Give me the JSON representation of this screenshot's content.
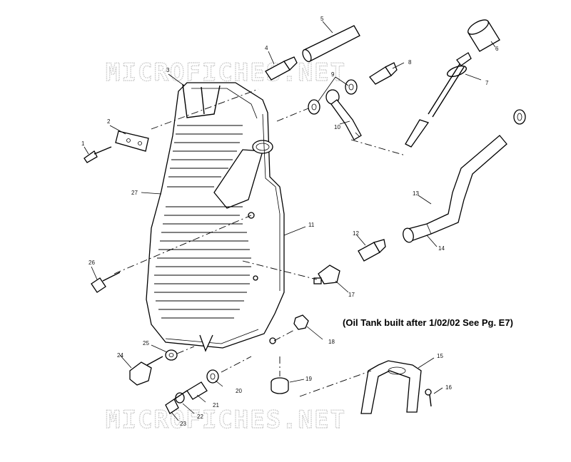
{
  "note": "(Oil Tank built after 1/02/02 See Pg. E7)",
  "watermark": "MICROFICHES.NET",
  "callouts": {
    "c1": "1",
    "c2": "2",
    "c3": "3",
    "c4": "4",
    "c5": "5",
    "c6": "6",
    "c7": "7",
    "c8": "8",
    "c9": "9",
    "c10": "10",
    "c11": "11",
    "c12": "12",
    "c13": "13",
    "c14": "14",
    "c15": "15",
    "c16": "16",
    "c17": "17",
    "c18": "18",
    "c19": "19",
    "c20": "20",
    "c21": "21",
    "c22": "22",
    "c23": "23",
    "c24": "24",
    "c25": "25",
    "c26": "26",
    "c27": "27"
  }
}
